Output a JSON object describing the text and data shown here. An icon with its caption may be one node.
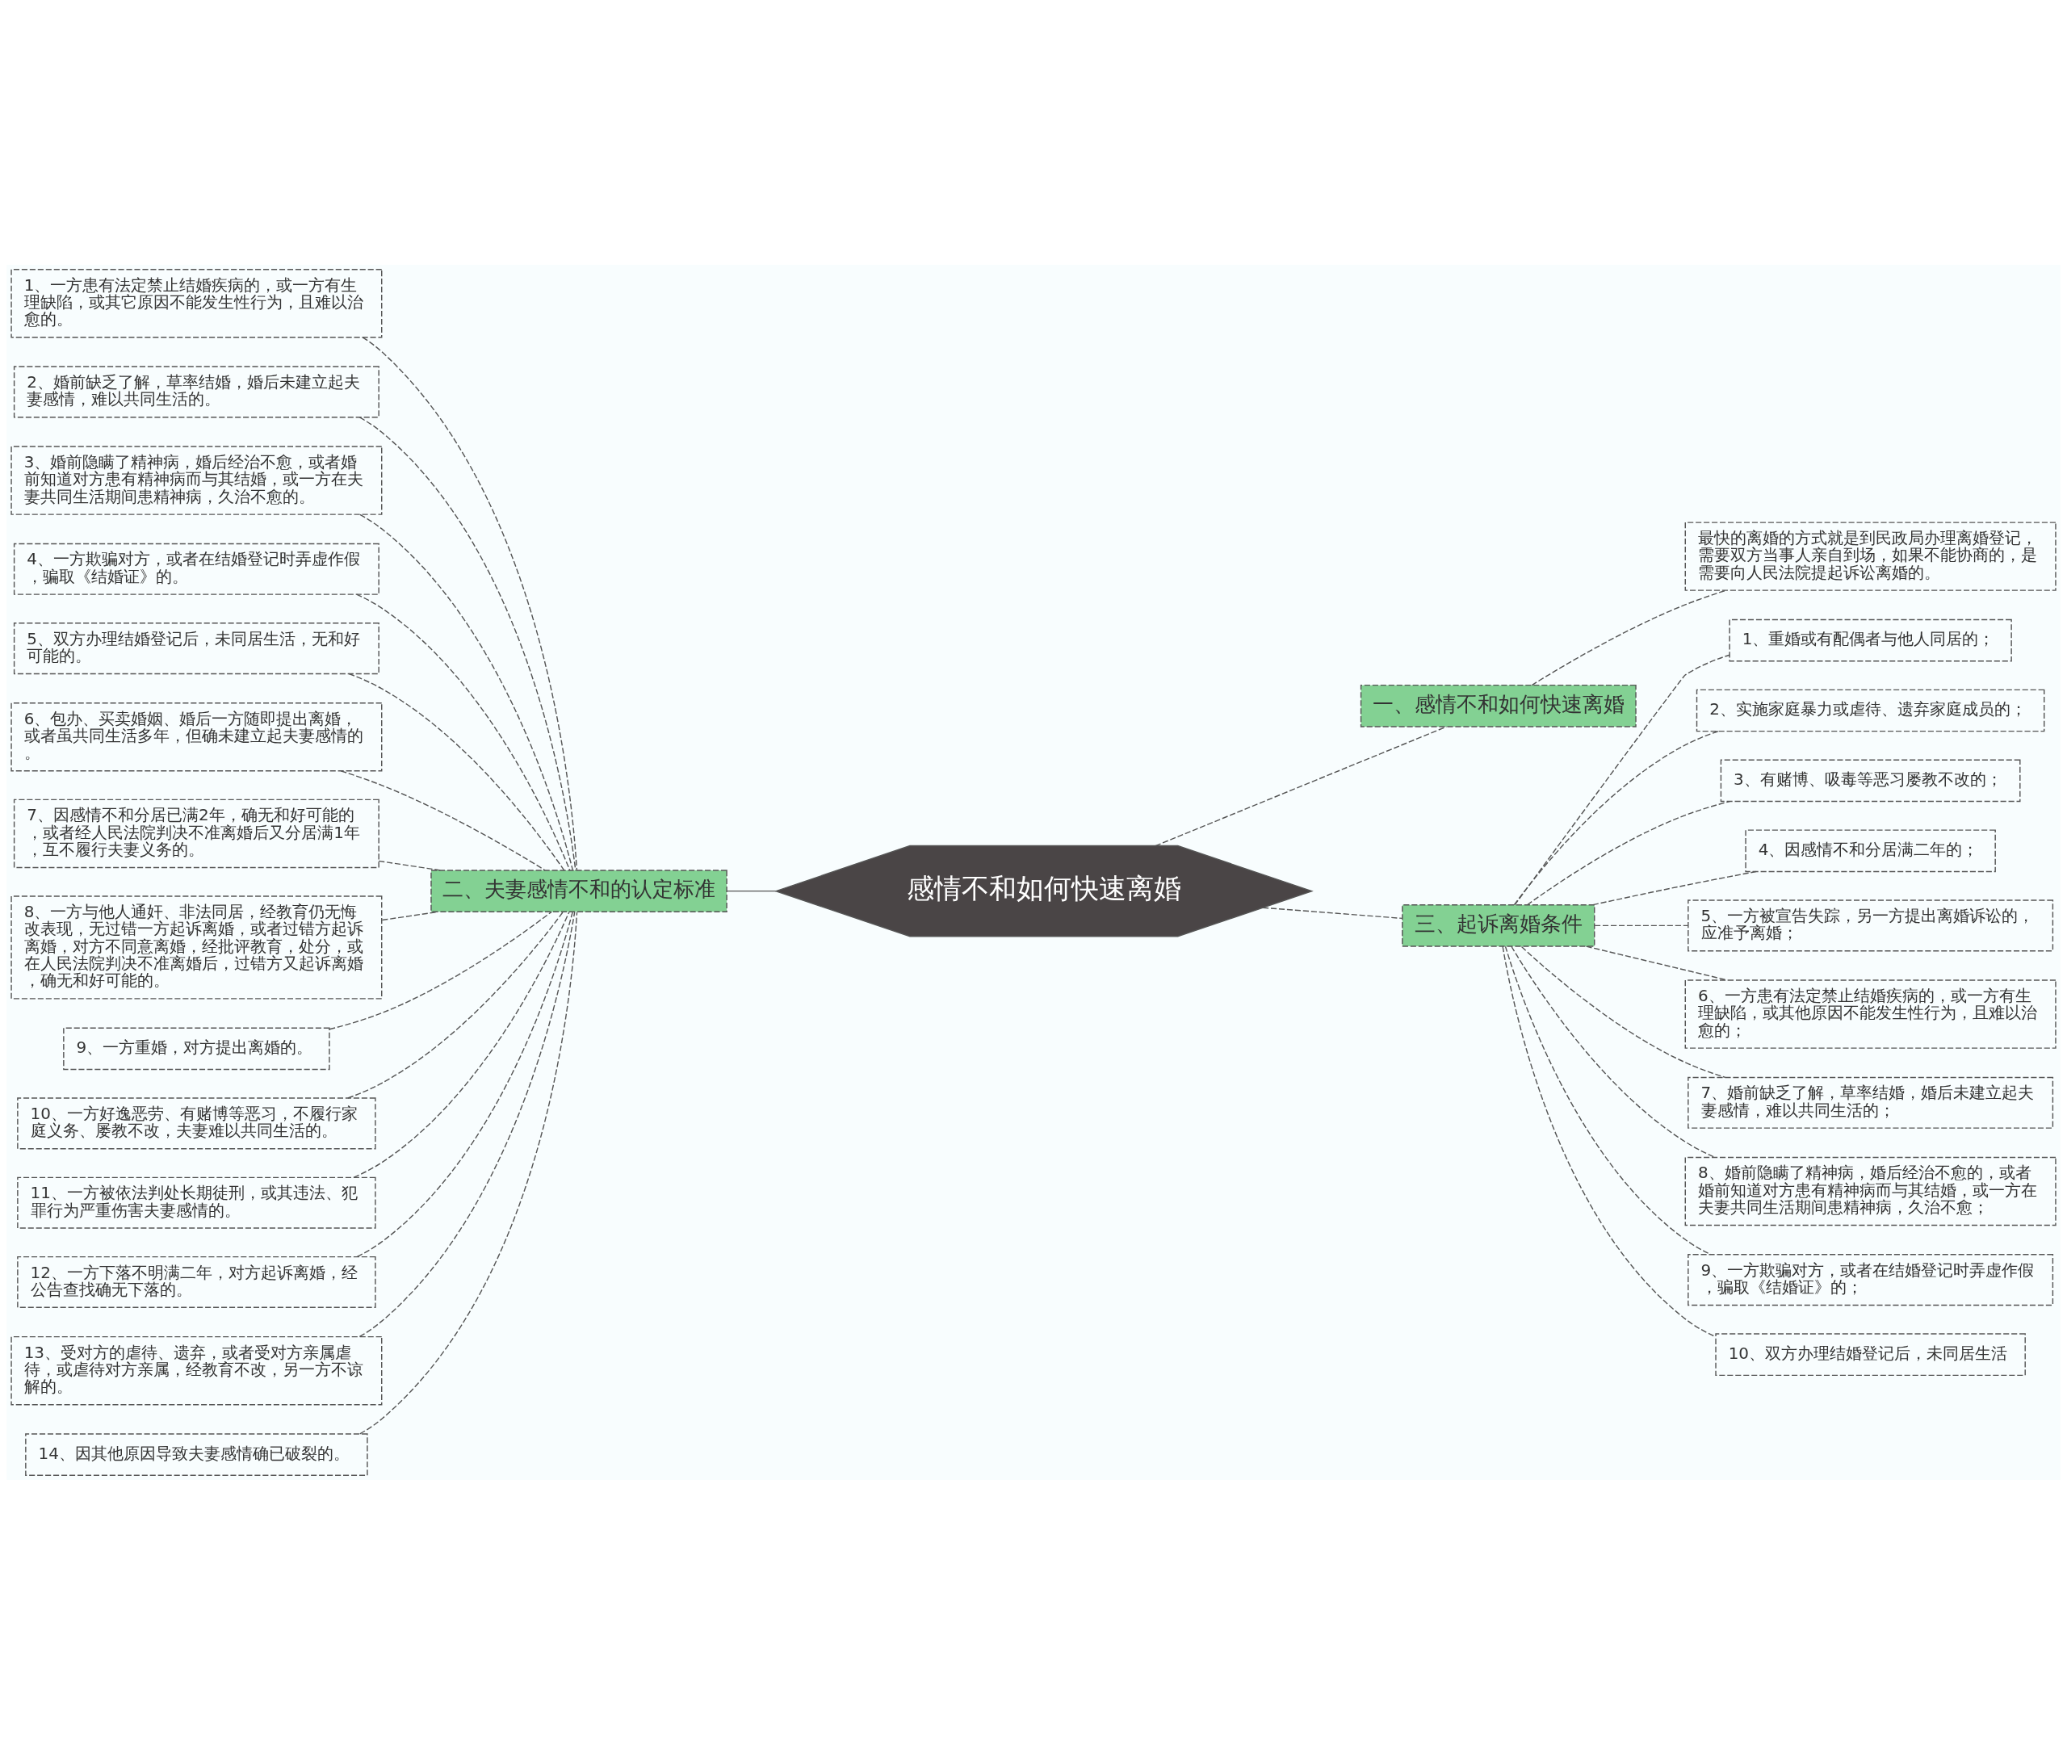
{
  "diagram": {
    "nodes": [
      {
        "text": [
          "感情不和如何快速离婚"
        ]
      },
      {
        "text": [
          "一、感情不和如何快速离婚"
        ]
      },
      {
        "text": [
          "最快的离婚的方式就是到民政局办理离婚登记，需要双方当事人亲自到场，如果不能协商的，是需要向人民法院提起诉讼离婚的。"
        ]
      },
      {
        "text": [
          "二、夫妻感情不和的认定标准"
        ]
      },
      {
        "text": [
          "1、一方患有法定禁止结婚疾病的，或一方有生理缺陷，或其它原因不能发生性行为，且难以治愈的。"
        ]
      },
      {
        "text": [
          "2、婚前缺乏了解，草率结婚，婚后未建立起夫妻感情，难以共同生活的。"
        ]
      },
      {
        "text": [
          "3、婚前隐瞒了精神病，婚后经治不愈，或者婚前知道对方患有精神病而与其结婚，或一方在夫妻共同生活期间患精神病，久治不愈的。"
        ]
      },
      {
        "text": [
          "4、一方欺骗对方，或者在结婚登记时弄虚作假，骗取《结婚证》的。"
        ]
      },
      {
        "text": [
          "5、双方办理结婚登记后，未同居生活，无和好可能的。"
        ]
      },
      {
        "text": [
          "6、包办、买卖婚姻、婚后一方随即提出离婚，或者虽共同生活多年，但确未建立起夫妻感情的。"
        ]
      },
      {
        "text": [
          "7、因感情不和分居已满2年，确无和好可能的，或者经人民法院判决不准离婚后又分居满1年，互不履行夫妻义务的。"
        ]
      },
      {
        "text": [
          "8、一方与他人通奸、非法同居，经教育仍无悔改表现，无过错一方起诉离婚，或者过错方起诉离婚，对方不同意离婚，经批评教育，处分，或在人民法院判决不准离婚后，过错方又起诉离婚，确无和好可能的。"
        ]
      },
      {
        "text": [
          "9、一方重婚，对方提出离婚的。"
        ]
      },
      {
        "text": [
          "10、一方好逸恶劳、有赌博等恶习，不履行家庭义务、屡教不改，夫妻难以共同生活的。"
        ]
      },
      {
        "text": [
          "11、一方被依法判处长期徒刑，或其违法、犯罪行为严重伤害夫妻感情的。"
        ]
      },
      {
        "text": [
          "12、一方下落不明满二年，对方起诉离婚，经公告查找确无下落的。"
        ]
      },
      {
        "text": [
          "13、受对方的虐待、遗弃，或者受对方亲属虐待，或虐待对方亲属，经教育不改，另一方不谅解的。"
        ]
      },
      {
        "text": [
          "14、因其他原因导致夫妻感情确已破裂的。"
        ]
      },
      {
        "text": [
          "三、起诉离婚条件"
        ]
      },
      {
        "text": [
          "1、重婚或有配偶者与他人同居的；"
        ]
      },
      {
        "text": [
          "2、实施家庭暴力或虐待、遗弃家庭成员的；"
        ]
      },
      {
        "text": [
          "3、有赌博、吸毒等恶习屡教不改的；"
        ]
      },
      {
        "text": [
          "4、因感情不和分居满二年的；"
        ]
      },
      {
        "text": [
          "5、一方被宣告失踪，另一方提出离婚诉讼的，应准予离婚；"
        ]
      },
      {
        "text": [
          "6、一方患有法定禁止结婚疾病的，或一方有生理缺陷，或其他原因不能发生性行为，且难以治愈的；"
        ]
      },
      {
        "text": [
          "7、婚前缺乏了解，草率结婚，婚后未建立起夫妻感情，难以共同生活的；"
        ]
      },
      {
        "text": [
          "8、婚前隐瞒了精神病，婚后经治不愈的，或者婚前知道对方患有精神病而与其结婚，或一方在夫妻共同生活期间患精神病，久治不愈；"
        ]
      },
      {
        "text": [
          "9、一方欺骗对方，或者在结婚登记时弄虚作假，骗取《结婚证》的；"
        ]
      },
      {
        "text": [
          "10、双方办理结婚登记后，未同居生活"
        ]
      }
    ],
    "edges": [
      {
        "from": 0,
        "to": 1,
        "arrow": "none",
        "style": "dashed"
      },
      {
        "from": 1,
        "to": 2,
        "arrow": "none",
        "style": "dashed"
      },
      {
        "from": 0,
        "to": 3,
        "arrow": "none"
      },
      {
        "from": 3,
        "to": 4,
        "arrow": "none",
        "style": "dashed"
      },
      {
        "from": 3,
        "to": 5,
        "arrow": "none",
        "style": "dashed"
      },
      {
        "from": 3,
        "to": 6,
        "arrow": "none",
        "style": "dashed"
      },
      {
        "from": 3,
        "to": 7,
        "arrow": "none",
        "style": "dashed"
      },
      {
        "from": 3,
        "to": 8,
        "arrow": "none",
        "style": "dashed"
      },
      {
        "from": 3,
        "to": 9,
        "arrow": "none",
        "style": "dashed"
      },
      {
        "from": 3,
        "to": 10,
        "arrow": "none",
        "style": "dashed"
      },
      {
        "from": 3,
        "to": 11,
        "arrow": "none",
        "style": "dashed"
      },
      {
        "from": 3,
        "to": 12,
        "arrow": "none",
        "style": "dashed"
      },
      {
        "from": 3,
        "to": 13,
        "arrow": "none",
        "style": "dashed"
      },
      {
        "from": 3,
        "to": 14,
        "arrow": "none",
        "style": "dashed"
      },
      {
        "from": 3,
        "to": 15,
        "arrow": "none",
        "style": "dashed"
      },
      {
        "from": 3,
        "to": 16,
        "arrow": "none",
        "style": "dashed"
      },
      {
        "from": 3,
        "to": 17,
        "arrow": "none",
        "style": "dashed"
      },
      {
        "from": 0,
        "to": 18,
        "arrow": "none",
        "style": "dashed"
      },
      {
        "from": 18,
        "to": 19,
        "arrow": "none",
        "style": "dashed"
      },
      {
        "from": 18,
        "to": 20,
        "arrow": "none",
        "style": "dashed"
      },
      {
        "from": 18,
        "to": 21,
        "arrow": "none",
        "style": "dashed"
      },
      {
        "from": 18,
        "to": 22,
        "arrow": "none",
        "style": "dashed"
      },
      {
        "from": 18,
        "to": 23,
        "arrow": "none",
        "style": "dashed"
      },
      {
        "from": 18,
        "to": 24,
        "arrow": "none",
        "style": "dashed"
      },
      {
        "from": 18,
        "to": 25,
        "arrow": "none",
        "style": "dashed"
      },
      {
        "from": 18,
        "to": 26,
        "arrow": "none",
        "style": "dashed"
      },
      {
        "from": 18,
        "to": 27,
        "arrow": "none",
        "style": "dashed"
      },
      {
        "from": 18,
        "to": 28,
        "arrow": "none",
        "style": "dashed"
      }
    ]
  }
}
